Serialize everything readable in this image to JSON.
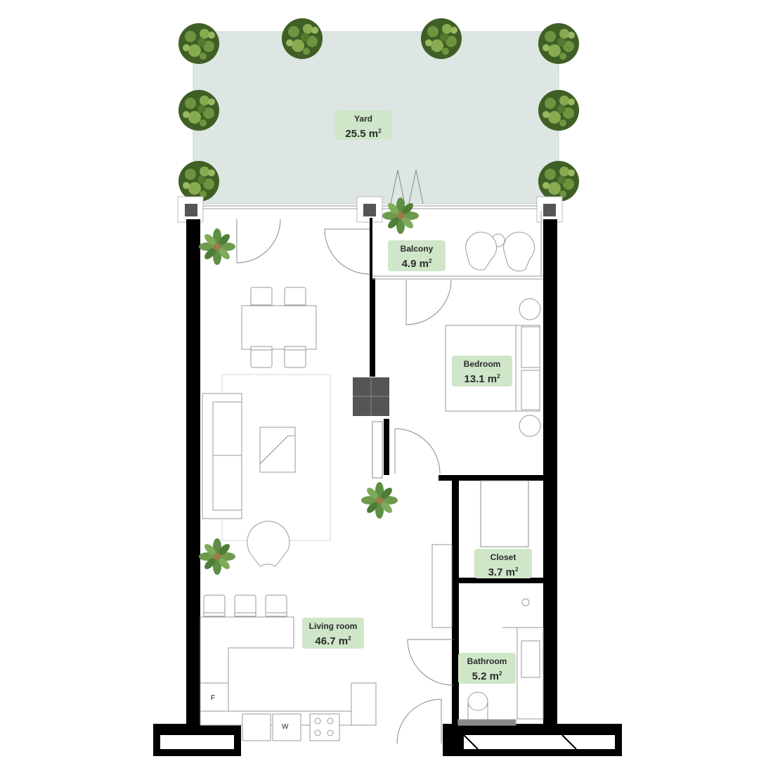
{
  "rooms": {
    "yard": {
      "name": "Yard",
      "area": "25.5 m",
      "unit_sup": "2"
    },
    "balcony": {
      "name": "Balcony",
      "area": "4.9 m",
      "unit_sup": "2"
    },
    "bedroom": {
      "name": "Bedroom",
      "area": "13.1 m",
      "unit_sup": "2"
    },
    "closet": {
      "name": "Closet",
      "area": "3.7 m",
      "unit_sup": "2"
    },
    "living": {
      "name": "Living room",
      "area": "46.7 m",
      "unit_sup": "2"
    },
    "bathroom": {
      "name": "Bathroom",
      "area": "5.2 m",
      "unit_sup": "2"
    }
  },
  "appliances": {
    "fridge": "F",
    "washer": "W"
  },
  "colors": {
    "wall": "#000000",
    "yard_fill": "#dde6e2",
    "label_bg": "#cfe6c9",
    "tree_dark": "#4a6b2e",
    "tree_light": "#7fa04a",
    "plant_leaf": "#6e9a4d",
    "furniture_line": "#9a9a9a",
    "column": "#555555"
  },
  "icons": [
    "tree-icon",
    "potted-plant-icon",
    "chair-icon",
    "sofa-icon",
    "bed-icon",
    "toilet-icon",
    "sink-icon",
    "cooktop-icon"
  ]
}
